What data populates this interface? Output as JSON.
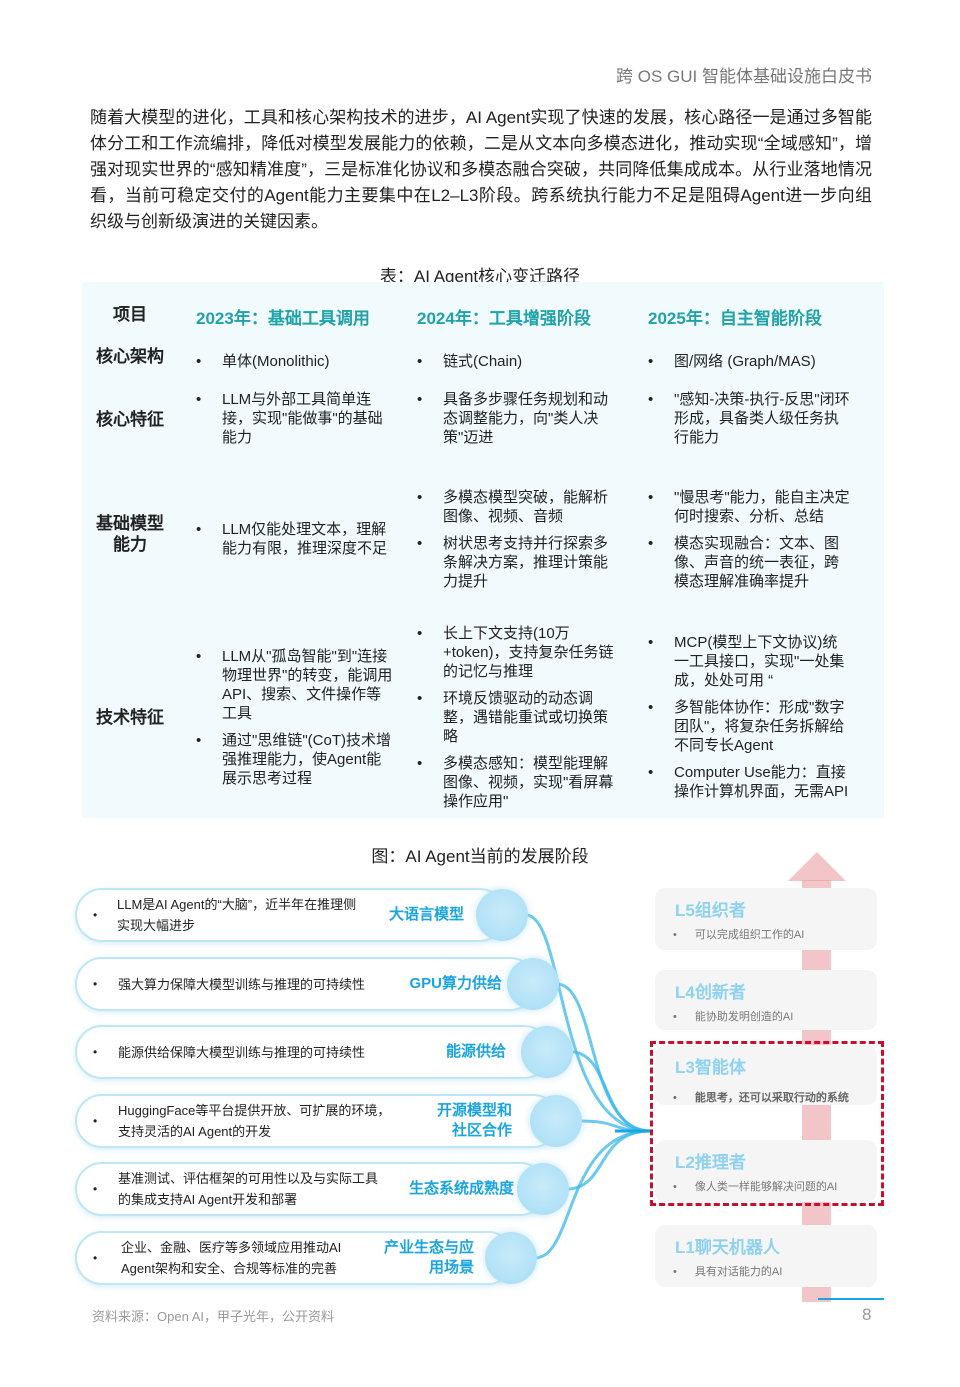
{
  "header": {
    "doc_title": "跨 OS GUI 智能体基础设施白皮书"
  },
  "intro": "随着大模型的进化，工具和核心架构技术的进步，AI Agent实现了快速的发展，核心路径一是通过多智能体分工和工作流编排，降低对模型发展能力的依赖，二是从文本向多模态进化，推动实现“全域感知”，增强对现实世界的“感知精准度”，三是标准化协议和多模态融合突破，共同降低集成成本。从行业落地情况看，当前可稳定交付的Agent能力主要集中在L2–L3阶段。跨系统执行能力不足是阻碍Agent进一步向组织级与创新级演进的关键因素。",
  "table": {
    "caption": "表：AI Agent核心变迁路径",
    "headers": [
      "项目",
      "2023年：基础工具调用",
      "2024年：工具增强阶段",
      "2025年：自主智能阶段"
    ],
    "rows": [
      {
        "label": "核心架构",
        "cells": [
          [
            "单体(Monolithic)"
          ],
          [
            "链式(Chain)"
          ],
          [
            "图/网络 (Graph/MAS)"
          ]
        ]
      },
      {
        "label": "核心特征",
        "cells": [
          [
            "LLM与外部工具简单连接，实现\"能做事\"的基础能力"
          ],
          [
            "具备多步骤任务规划和动态调整能力，向\"类人决策\"迈进"
          ],
          [
            "\"感知-决策-执行-反思\"闭环形成，具备类人级任务执行能力"
          ]
        ]
      },
      {
        "label": "基础模型能力",
        "cells": [
          [
            "LLM仅能处理文本，理解能力有限，推理深度不足"
          ],
          [
            "多模态模型突破，能解析图像、视频、音频",
            "树状思考支持并行探索多条解决方案，推理计策能力提升"
          ],
          [
            "\"慢思考\"能力，能自主决定何时搜索、分析、总结",
            "模态实现融合：文本、图像、声音的统一表征，跨模态理解准确率提升"
          ]
        ]
      },
      {
        "label": "技术特征",
        "cells": [
          [
            "LLM从\"孤岛智能\"到\"连接物理世界\"的转变，能调用API、搜索、文件操作等工具",
            "通过\"思维链\"(CoT)技术增强推理能力，使Agent能展示思考过程"
          ],
          [
            "长上下文支持(10万+token)，支持复杂任务链的记忆与推理",
            "环境反馈驱动的动态调整，遇错能重试或切换策略",
            "多模态感知：模型能理解图像、视频，实现\"看屏幕操作应用\""
          ],
          [
            "MCP(模型上下文协议)统一工具接口，实现\"一处集成，处处可用 “",
            "多智能体协作：形成\"数字团队\"，将复杂任务拆解给不同专长Agent",
            "Computer Use能力：直接操作计算机界面，无需API"
          ]
        ]
      }
    ]
  },
  "figure": {
    "caption": "图：AI Agent当前的发展阶段",
    "drivers": [
      {
        "desc": "LLM是AI Agent的“大脑”，近半年在推理侧实现大幅进步",
        "title": "大语言模型"
      },
      {
        "desc": "强大算力保障大模型训练与推理的可持续性",
        "title": "GPU算力供给"
      },
      {
        "desc": "能源供给保障大模型训练与推理的可持续性",
        "title": "能源供给"
      },
      {
        "desc": "HuggingFace等平台提供开放、可扩展的环境，支持灵活的AI Agent的开发",
        "title": "开源模型和社区合作"
      },
      {
        "desc": "基准测试、评估框架的可用性以及与实际工具的集成支持AI Agent开发和部署",
        "title": "生态系统成熟度"
      },
      {
        "desc": "企业、金融、医疗等多领域应用推动AI Agent架构和安全、合规等标准的完善",
        "title": "产业生态与应用场景"
      }
    ],
    "levels": [
      {
        "title": "L5组织者",
        "desc": "可以完成组织工作的AI"
      },
      {
        "title": "L4创新者",
        "desc": "能协助发明创造的AI"
      },
      {
        "title": "L3智能体",
        "desc": "能思考，还可以采取行动的系统"
      },
      {
        "title": "L2推理者",
        "desc": "像人类一样能够解决问题的AI"
      },
      {
        "title": "L1聊天机器人",
        "desc": "具有对话能力的AI"
      }
    ],
    "highlight": [
      "L3智能体",
      "L2推理者"
    ],
    "colors": {
      "accent": "#1aa4e0",
      "teal": "#1fa3a8",
      "highlight_box": "#c8102e",
      "arrow": "#f0b8bc"
    }
  },
  "footer": {
    "source": "资料来源：Open AI，甲子光年，公开资料",
    "page": "8"
  }
}
